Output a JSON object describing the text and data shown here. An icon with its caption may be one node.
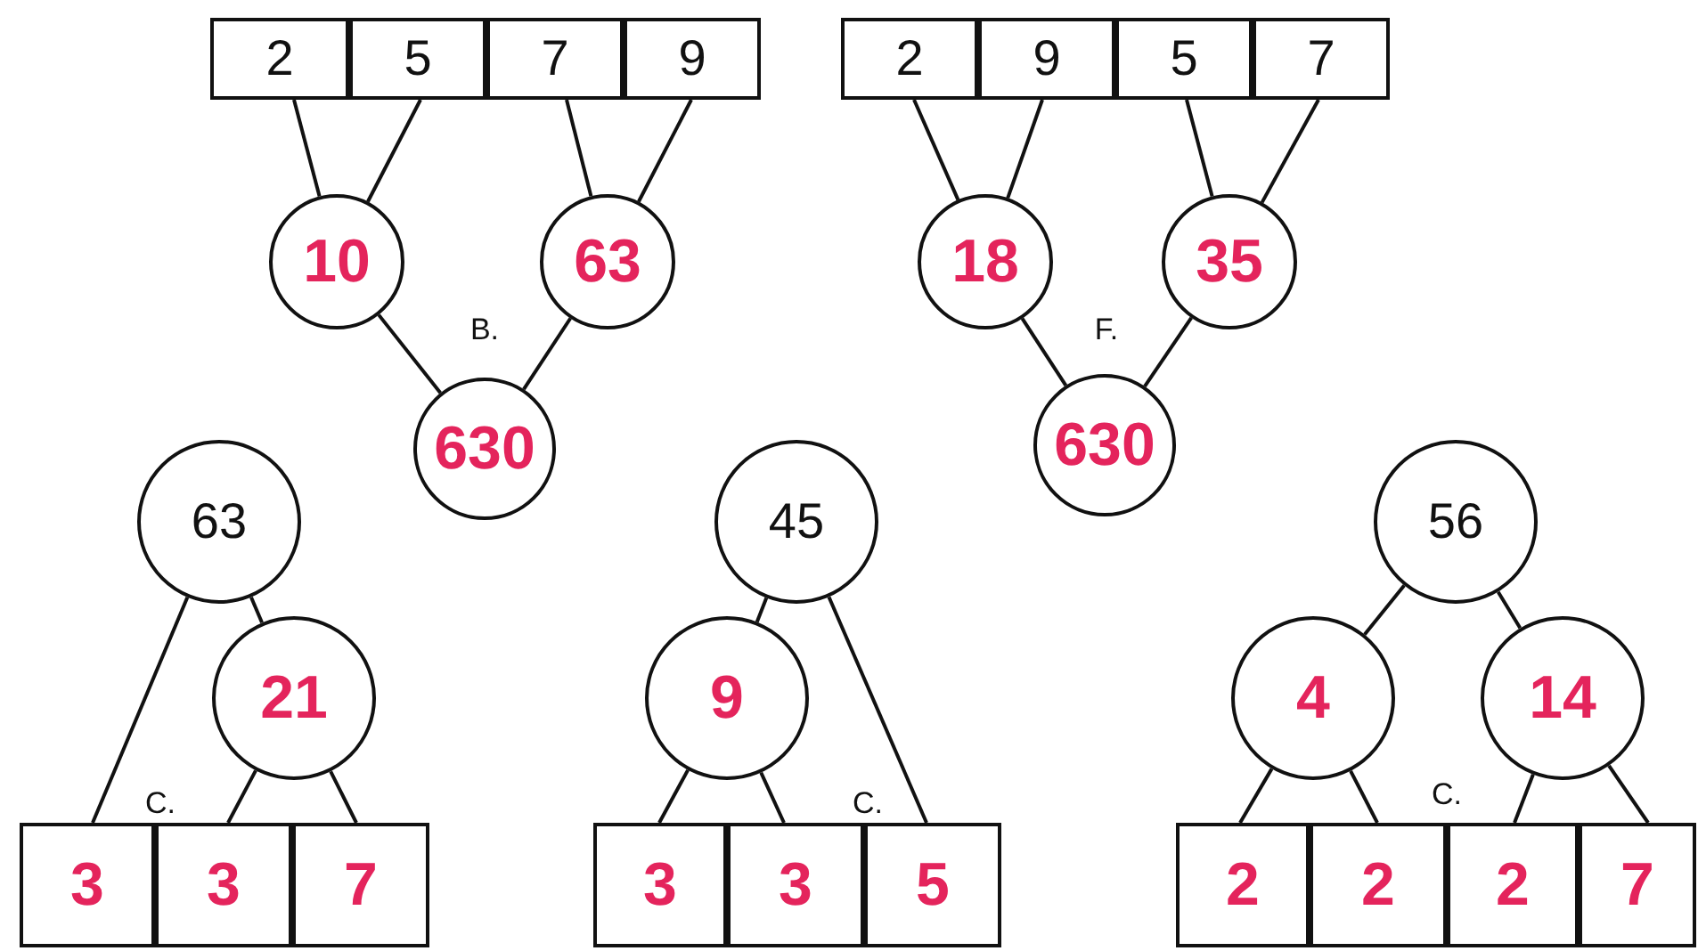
{
  "diagram": {
    "nodes": [
      {
        "text": [
          "2"
        ]
      },
      {
        "text": [
          "5"
        ]
      },
      {
        "text": [
          "7"
        ]
      },
      {
        "text": [
          "9"
        ]
      },
      {
        "text": [
          "2"
        ]
      },
      {
        "text": [
          "9"
        ]
      },
      {
        "text": [
          "5"
        ]
      },
      {
        "text": [
          "7"
        ]
      },
      {
        "text": [
          "10"
        ]
      },
      {
        "text": [
          "63"
        ]
      },
      {
        "text": [
          "18"
        ]
      },
      {
        "text": [
          "35"
        ]
      },
      {
        "text": [
          "630"
        ]
      },
      {
        "text": [
          "630"
        ]
      },
      {
        "text": [
          "63"
        ]
      },
      {
        "text": [
          "45"
        ]
      },
      {
        "text": [
          "56"
        ]
      },
      {
        "text": [
          "21"
        ]
      },
      {
        "text": [
          "9"
        ]
      },
      {
        "text": [
          "4"
        ]
      },
      {
        "text": [
          "14"
        ]
      },
      {
        "text": [
          "3"
        ]
      },
      {
        "text": [
          "3"
        ]
      },
      {
        "text": [
          "7"
        ]
      },
      {
        "text": [
          "3"
        ]
      },
      {
        "text": [
          "3"
        ]
      },
      {
        "text": [
          "5"
        ]
      },
      {
        "text": [
          "2"
        ]
      },
      {
        "text": [
          "2"
        ]
      },
      {
        "text": [
          "2"
        ]
      },
      {
        "text": [
          "7"
        ]
      }
    ],
    "edges": [
      {
        "from": 0,
        "to": 8,
        "arrow": "none"
      },
      {
        "from": 1,
        "to": 8,
        "arrow": "none"
      },
      {
        "from": 2,
        "to": 9,
        "arrow": "none"
      },
      {
        "from": 3,
        "to": 9,
        "arrow": "none"
      },
      {
        "from": 8,
        "to": 12,
        "arrow": "none"
      },
      {
        "from": 9,
        "to": 12,
        "arrow": "none"
      },
      {
        "from": 4,
        "to": 10,
        "arrow": "none"
      },
      {
        "from": 5,
        "to": 10,
        "arrow": "none"
      },
      {
        "from": 6,
        "to": 11,
        "arrow": "none"
      },
      {
        "from": 7,
        "to": 11,
        "arrow": "none"
      },
      {
        "from": 10,
        "to": 13,
        "arrow": "none"
      },
      {
        "from": 11,
        "to": 13,
        "arrow": "none"
      },
      {
        "from": 14,
        "to": 21,
        "arrow": "none"
      },
      {
        "from": 14,
        "to": 17,
        "arrow": "none"
      },
      {
        "from": 17,
        "to": 22,
        "arrow": "none"
      },
      {
        "from": 17,
        "to": 23,
        "arrow": "none"
      },
      {
        "from": 15,
        "to": 18,
        "arrow": "none"
      },
      {
        "from": 15,
        "to": 26,
        "arrow": "none"
      },
      {
        "from": 18,
        "to": 24,
        "arrow": "none"
      },
      {
        "from": 18,
        "to": 25,
        "arrow": "none"
      },
      {
        "from": 16,
        "to": 19,
        "arrow": "none"
      },
      {
        "from": 16,
        "to": 20,
        "arrow": "none"
      },
      {
        "from": 19,
        "to": 27,
        "arrow": "none"
      },
      {
        "from": 19,
        "to": 28,
        "arrow": "none"
      },
      {
        "from": 20,
        "to": 29,
        "arrow": "none"
      },
      {
        "from": 20,
        "to": 30,
        "arrow": "none"
      }
    ],
    "labels": [
      "B.",
      "F.",
      "C.",
      "C.",
      "C."
    ]
  }
}
